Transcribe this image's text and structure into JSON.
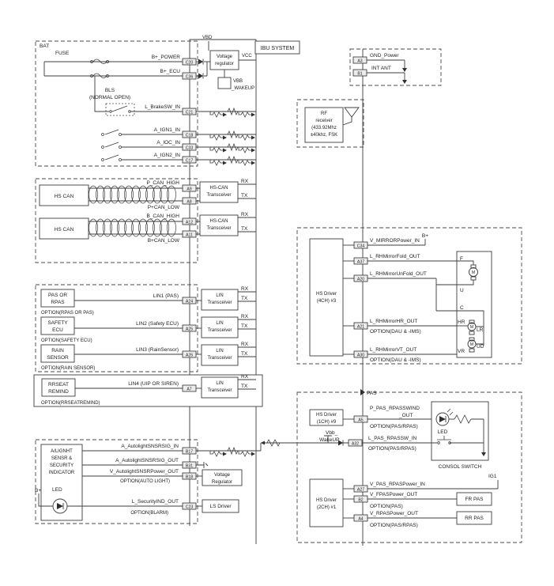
{
  "title": "IBU SYSTEM",
  "top": {
    "vbd": "VBD",
    "vreg1": "Voltage",
    "vreg2": "regulator",
    "vcc": "VCC",
    "vbb1": "VBB",
    "vbb2": "_WAKEUP"
  },
  "bat": {
    "group": "BAT",
    "fuse": "FUSE",
    "bls1": "BLS",
    "bls2": "(NORMAL OPEN)",
    "rows": {
      "power": {
        "name": "B+_POWER",
        "pin": "C20"
      },
      "ecu": {
        "name": "B+_ECU",
        "pin": "C36"
      },
      "brake": {
        "name": "L_BrakeSW_IN",
        "pin": "C21"
      },
      "ign1": {
        "name": "A_IGN1_IN",
        "pin": "C18"
      },
      "ioc": {
        "name": "A_IOC_IN",
        "pin": "C33"
      },
      "ign2": {
        "name": "A_IGN2_IN",
        "pin": "C17"
      }
    }
  },
  "can": {
    "node": "HS CAN",
    "tr1": "HS-CAN",
    "tr2": "Transceiver",
    "rx": "RX",
    "tx": "TX",
    "rows": {
      "phigh": {
        "name": "P_CAN_HIGH",
        "pin": "A9"
      },
      "plow": {
        "name": "P+CAN_LOW",
        "pin": "A8"
      },
      "bhigh": {
        "name": "B_CAN_HIGH",
        "pin": "A12"
      },
      "blow": {
        "name": "B+CAN_LOW",
        "pin": "A11"
      }
    }
  },
  "lin": {
    "tr1": "LIN",
    "tr2": "Transceiver",
    "rx": "RX",
    "tx": "TX",
    "pas": {
      "node1": "PAS OR",
      "node2": "RPAS",
      "sig": "LIN1 (PAS)",
      "pin": "A24",
      "opt": "OPTION(RPAS OR PAS)"
    },
    "safety": {
      "node1": "SAFETY",
      "node2": "ECU",
      "sig": "LIN2 (Safety ECU)",
      "pin": "A25",
      "opt": "OPTION(SAFETY ECU)"
    },
    "rain": {
      "node1": "RAIN",
      "node2": "SENSOR",
      "sig": "LIN3 (RainSensor)",
      "pin": "A26",
      "opt": "OPTION(RAIN SENSOR)"
    },
    "rrseat": {
      "node1": "RRSEAT",
      "node2": "REMIND",
      "sig": "LIN4 (UIP OR SIREN)",
      "pin": "A7",
      "opt": "OPTION(RRSEATREMIND)"
    }
  },
  "autolight": {
    "node1": "A/LIGNHT",
    "node2": "SENSR &",
    "node3": "SECURITY",
    "node4": "INDICATOR",
    "bplus": "B+",
    "led": "LED",
    "rows": {
      "sigin": {
        "name": "A_AutolightSNSRSIG_IN",
        "pin": "B17"
      },
      "sigout": {
        "name": "A_AutolightSNSRSIG_OUT",
        "pin": "B31"
      },
      "power": {
        "name": "V_AutolightSNSRPower_OUT",
        "opt": "OPTION(AUTO LIGHT)",
        "pin": "B18"
      },
      "security": {
        "name": "L_SecurityIND_OUT",
        "opt": "OPTION(BLARM)",
        "pin": "C23"
      }
    },
    "vreg1": "Voltage",
    "vreg2": "Regulator",
    "lsdriver": "LS Driver"
  },
  "gnd": {
    "power": {
      "pin": "A3",
      "name": "GND_Power"
    },
    "ant": {
      "pin": "B1",
      "name": "INT  ANT"
    }
  },
  "rf": {
    "l1": "RF",
    "l2": "receiver",
    "l3": "(433.92Mhz",
    "l4": "±40khz, FSK"
  },
  "mirror": {
    "driver1": "HS Driver",
    "driver2": "(4CH) #3",
    "bplus": "B+",
    "rows": {
      "power": {
        "name": "V_MIRRORPower_IN",
        "pin": "C34"
      },
      "fold": {
        "name": "L_RHMirrorFold_OUT",
        "pin": "A37"
      },
      "unfold": {
        "name": "L_RHMirrorUnFold_OUT",
        "pin": "A20"
      },
      "hr": {
        "name": "L_RHMirrorHR_OUT",
        "opt": "OPTION(DAU & -IMS)",
        "pin": "A21"
      },
      "vt": {
        "name": "L_RHMirrorVT_OUT",
        "opt": "OPTION(DAU & -IMS)",
        "pin": "A30"
      }
    },
    "term": {
      "f": "F",
      "u": "U",
      "c": "C",
      "hr": "HR",
      "lr": "LR",
      "vr": "VR",
      "ud": "UD"
    },
    "motor": "M"
  },
  "pas": {
    "bus": "PAS",
    "drv9a": "HS Driver",
    "drv9b": "(1CH) #9",
    "drv1a": "HS Driver",
    "drv1b": "(2CH) #1",
    "vbb1": "Vbb_",
    "vbb2": "WakeUP",
    "ig1": "IG1",
    "led": "LED",
    "consol": "CONSOL SWITCH",
    "frpas": "FR PAS",
    "rrpas": "RR PAS",
    "rows": {
      "wind": {
        "name1": "P_PAS_RPASSWIND",
        "name2": "_OUT",
        "opt": "OPTION(PAS/RPAS)",
        "pin": "A5"
      },
      "sw": {
        "name": "L_PAS_RPASSW_IN",
        "opt": "OPTION(PAS/RPAS)",
        "pin": "A32"
      },
      "powerin": {
        "name": "V_PAS_RPASPower_IN",
        "pin": "A27"
      },
      "fpas": {
        "name": "V_FPASPower_OUT",
        "opt": "OPTION(PAS)",
        "pin": "B2"
      },
      "rpas": {
        "name": "V_RPASPower_OUT",
        "opt": "OPTION(PAS/RPAS)",
        "pin": "A4"
      }
    }
  }
}
